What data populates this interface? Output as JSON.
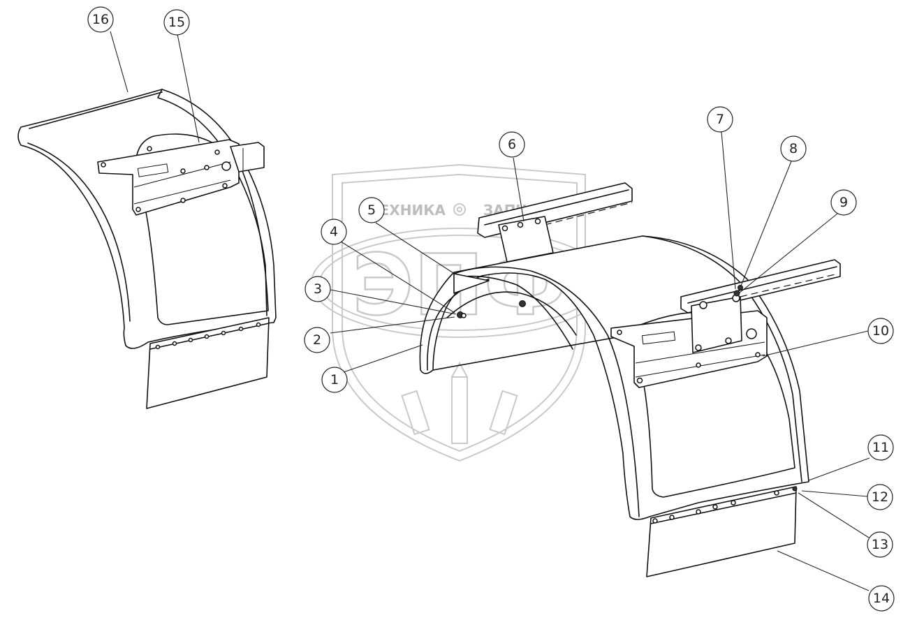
{
  "watermark": {
    "brand_left": "ТЕХНИКА",
    "brand_right": "ЗАПЧАСТИ",
    "letters": "ЭПФ",
    "gear_icon": "gear-icon",
    "color": "#c9c9c9"
  },
  "callouts": [
    {
      "label": "1"
    },
    {
      "label": "2"
    },
    {
      "label": "3"
    },
    {
      "label": "4"
    },
    {
      "label": "5"
    },
    {
      "label": "6"
    },
    {
      "label": "7"
    },
    {
      "label": "8"
    },
    {
      "label": "9"
    },
    {
      "label": "10"
    },
    {
      "label": "11"
    },
    {
      "label": "12"
    },
    {
      "label": "13"
    },
    {
      "label": "14"
    },
    {
      "label": "15"
    },
    {
      "label": "16"
    }
  ],
  "line_color": "#111111"
}
